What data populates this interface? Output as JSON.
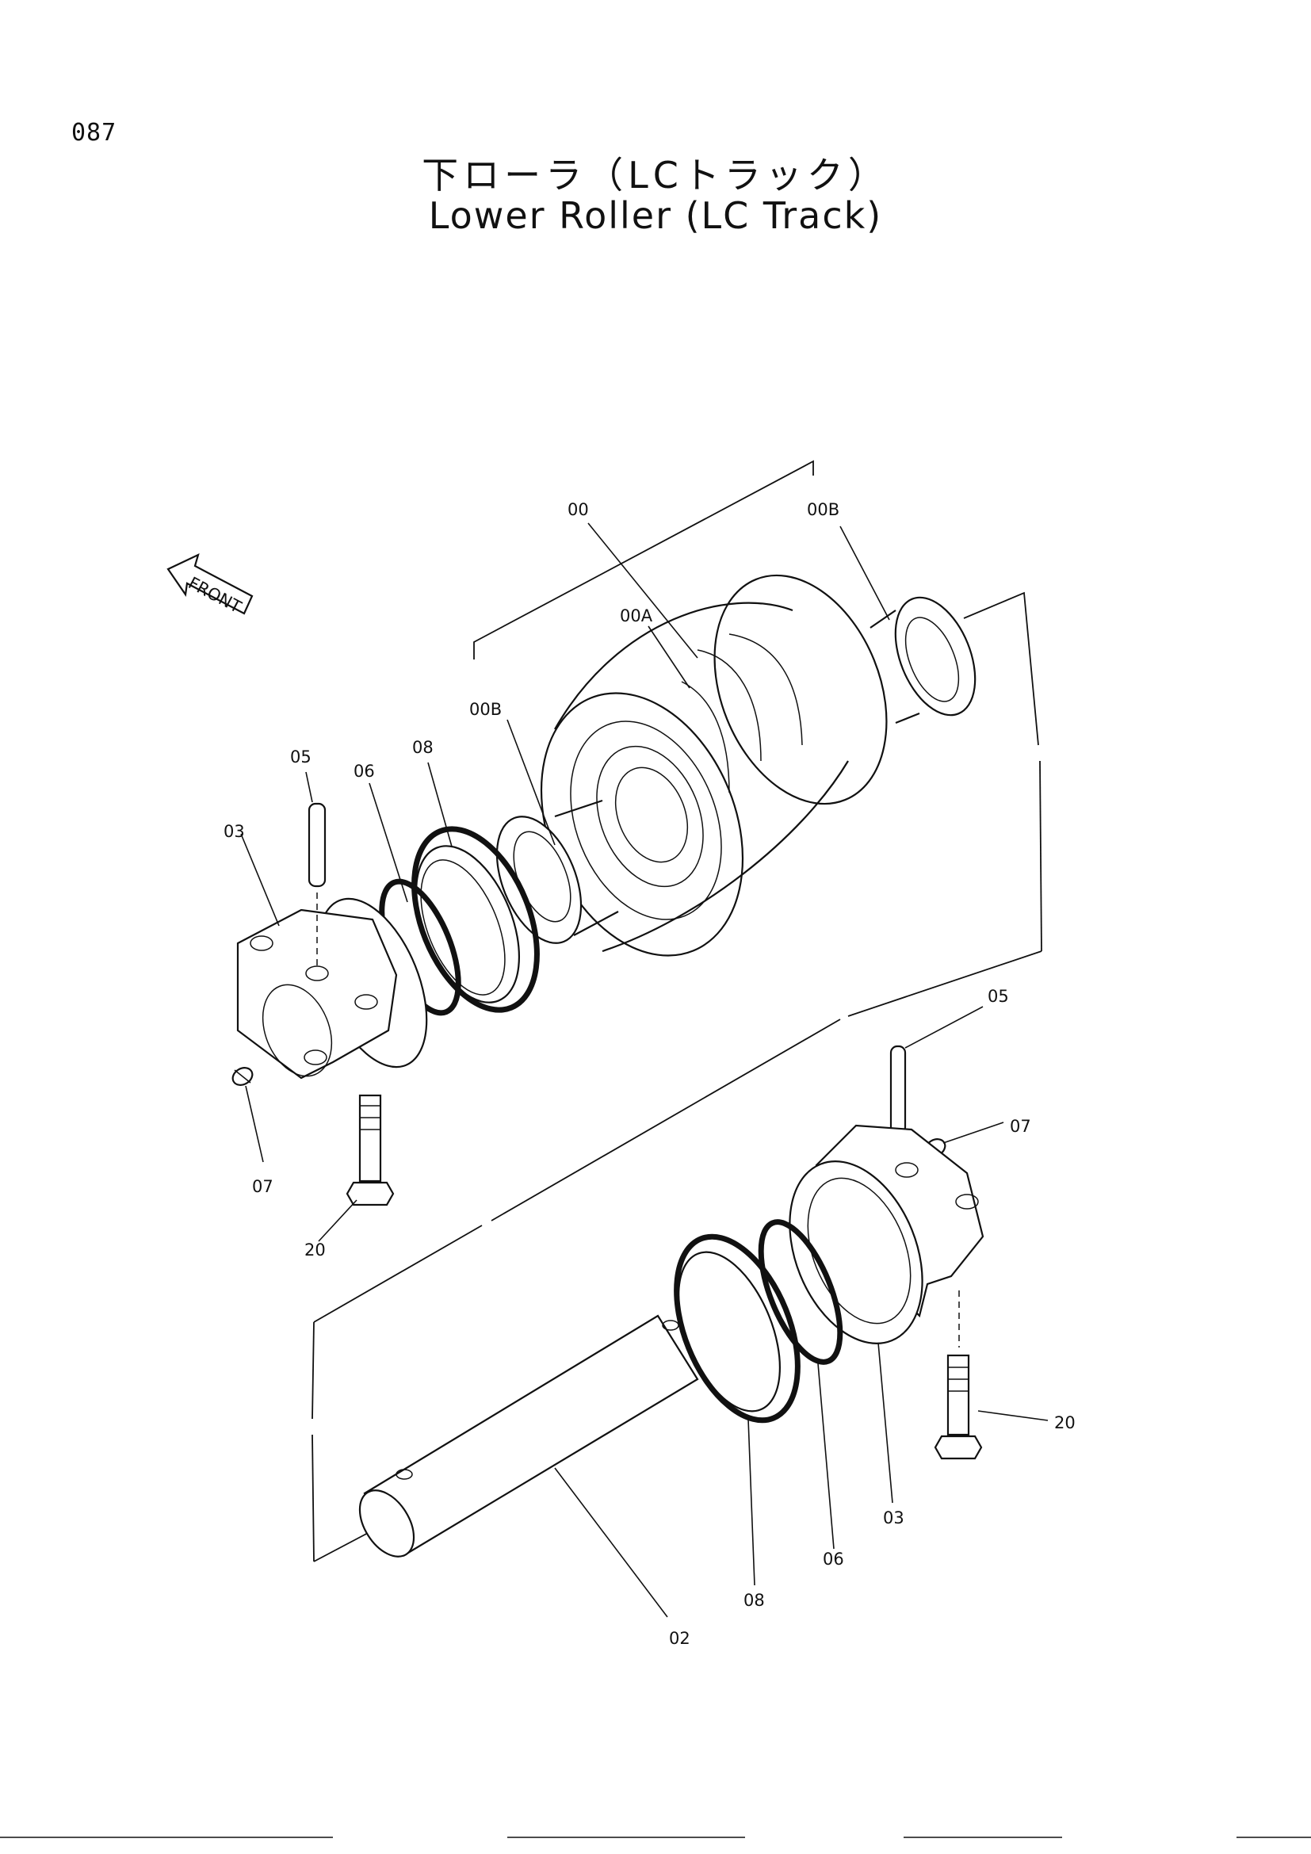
{
  "page": {
    "number": "087",
    "title_jp": "下ローラ（LCトラック）",
    "title_en": "Lower Roller (LC Track)"
  },
  "front_arrow": {
    "label": "FRONT"
  },
  "callouts": {
    "c00": "00",
    "c00B_top": "00B",
    "c00A": "00A",
    "c00B_left": "00B",
    "c05_left": "05",
    "c08_upper": "08",
    "c06_upper": "06",
    "c03_left": "03",
    "c07_left": "07",
    "c20_left": "20",
    "c05_right": "05",
    "c07_right": "07",
    "c20_right": "20",
    "c03_right": "03",
    "c06_lower": "06",
    "c08_lower": "08",
    "c02": "02"
  }
}
